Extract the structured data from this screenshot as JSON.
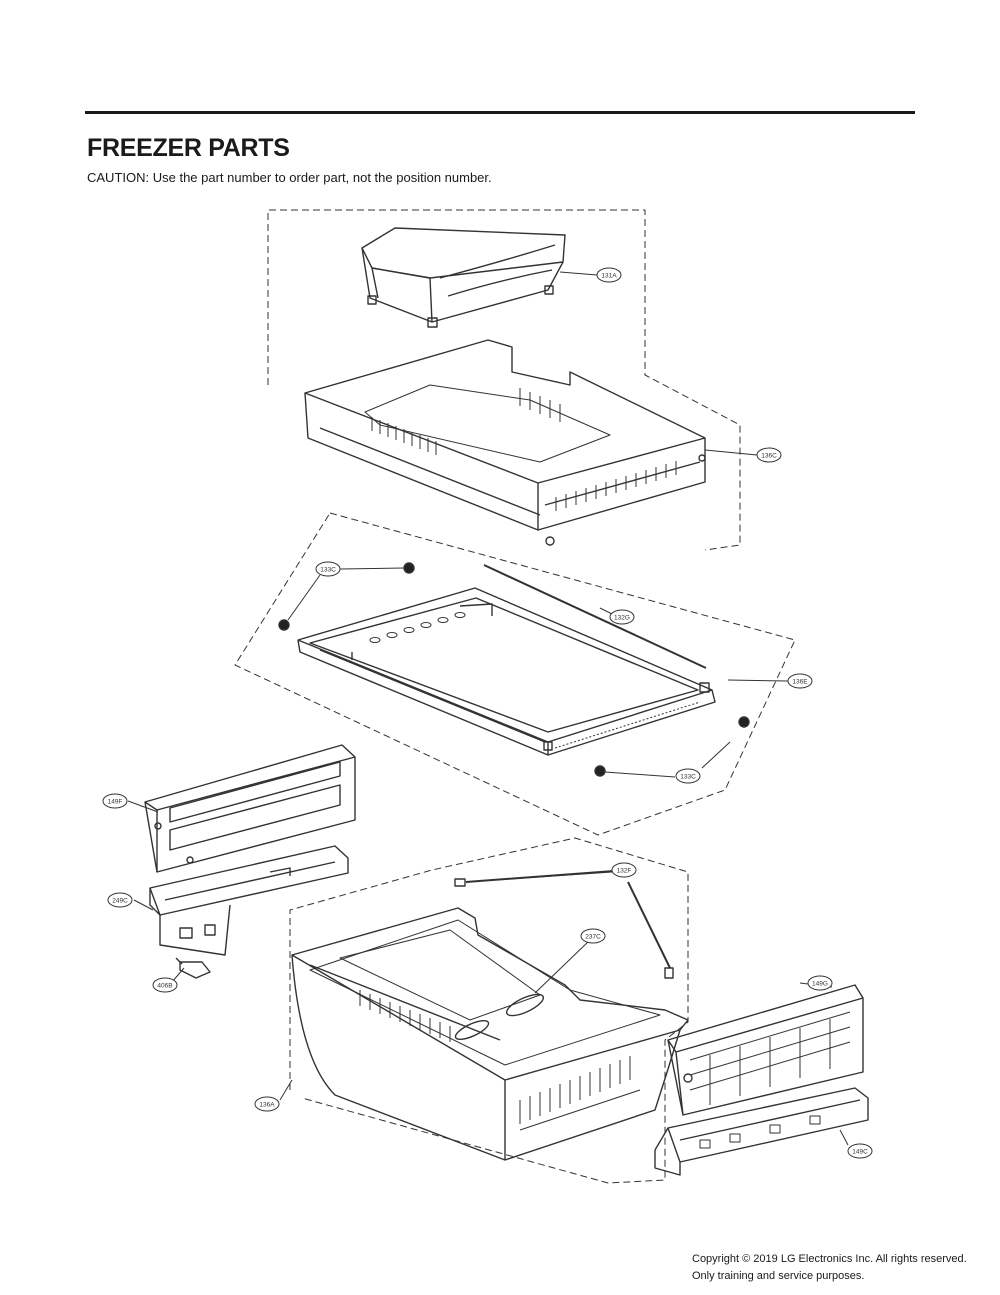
{
  "header": {
    "title": "FREEZER PARTS",
    "caution": "CAUTION: Use the part number to order part, not the position number."
  },
  "callouts": [
    {
      "id": "c-131a",
      "label": "131A"
    },
    {
      "id": "c-136c-top",
      "label": "136C"
    },
    {
      "id": "c-133c-left",
      "label": "133C"
    },
    {
      "id": "c-132g",
      "label": "132G"
    },
    {
      "id": "c-136e",
      "label": "136E"
    },
    {
      "id": "c-133c-right",
      "label": "133C"
    },
    {
      "id": "c-149f",
      "label": "149F"
    },
    {
      "id": "c-249c",
      "label": "249C"
    },
    {
      "id": "c-406b",
      "label": "406B"
    },
    {
      "id": "c-132f",
      "label": "132F"
    },
    {
      "id": "c-237c",
      "label": "237C"
    },
    {
      "id": "c-136a",
      "label": "136A"
    },
    {
      "id": "c-149g",
      "label": "149G"
    },
    {
      "id": "c-149c",
      "label": "149C"
    }
  ],
  "footer": {
    "copyright": "Copyright © 2019 LG Electronics Inc. All rights reserved. Only training and service purposes."
  }
}
